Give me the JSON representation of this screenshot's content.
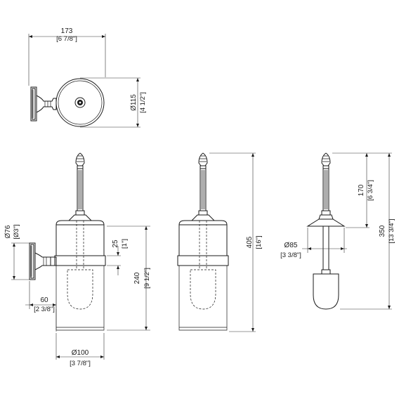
{
  "dimensions": {
    "top_width": {
      "mm": "173",
      "inch": "[6 7/8\"]"
    },
    "top_diameter": {
      "mm": "Ø115",
      "inch": "[4 1/2\"]"
    },
    "wall_plate": {
      "mm": "Ø76",
      "inch": "[Ø3\"]"
    },
    "ring_height": {
      "mm": "25",
      "inch": "[1\"]"
    },
    "body_height": {
      "mm": "240",
      "inch": "[9 1/2\"]"
    },
    "projection": {
      "mm": "60",
      "inch": "[2 3/8\"]"
    },
    "body_diameter": {
      "mm": "Ø100",
      "inch": "[3 7/8\"]"
    },
    "total_height": {
      "mm": "405",
      "inch": "[16\"]"
    },
    "lid_diameter": {
      "mm": "Ø85",
      "inch": "[3 3/8\"]"
    },
    "handle_height": {
      "mm": "170",
      "inch": "[6 3/4\"]"
    },
    "brush_length": {
      "mm": "350",
      "inch": "[13 3/4\"]"
    }
  }
}
